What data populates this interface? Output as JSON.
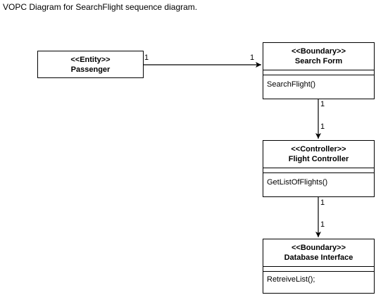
{
  "caption": "VOPC Diagram for SearchFlight sequence diagram.",
  "nodes": {
    "passenger": {
      "stereotype": "<<Entity>>",
      "name": "Passenger"
    },
    "search_form": {
      "stereotype": "<<Boundary>>",
      "name": "Search Form",
      "operation": "SearchFlight()"
    },
    "flight_controller": {
      "stereotype": "<<Controller>>",
      "name": "Flight Controller",
      "operation": "GetListOfFlights()"
    },
    "database_interface": {
      "stereotype": "<<Boundary>>",
      "name": "Database Interface",
      "operation": "RetreiveList();"
    }
  },
  "associations": [
    {
      "from": "passenger",
      "to": "search_form",
      "from_multiplicity": "1",
      "to_multiplicity": "1"
    },
    {
      "from": "search_form",
      "to": "flight_controller",
      "from_multiplicity": "1",
      "to_multiplicity": "1"
    },
    {
      "from": "flight_controller",
      "to": "database_interface",
      "from_multiplicity": "1",
      "to_multiplicity": "1"
    }
  ]
}
